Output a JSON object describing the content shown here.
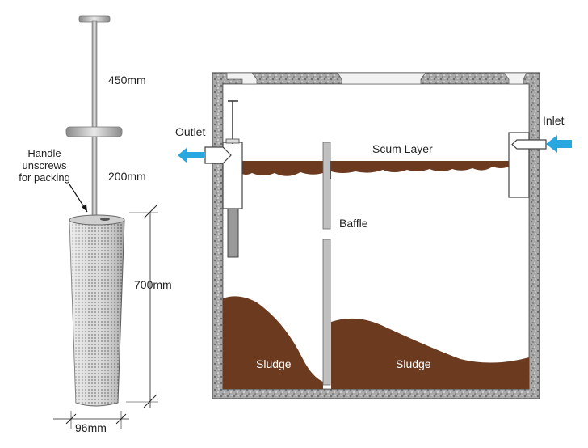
{
  "filter": {
    "dim_handle": "450mm",
    "dim_mid": "200mm",
    "handle_note": "Handle\nunscrews\nfor packing",
    "dim_height": "700mm",
    "dim_width": "96mm"
  },
  "tank": {
    "outlet_label": "Outlet",
    "inlet_label": "Inlet",
    "scum_label": "Scum Layer",
    "baffle_label": "Baffle",
    "sludge_left_label": "Sludge",
    "sludge_right_label": "Sludge"
  },
  "colors": {
    "concrete": "#9a9a9a",
    "sludge": "#6b3a1f",
    "flow_arrow": "#29a8e0",
    "metal": "#c9c9c9"
  }
}
